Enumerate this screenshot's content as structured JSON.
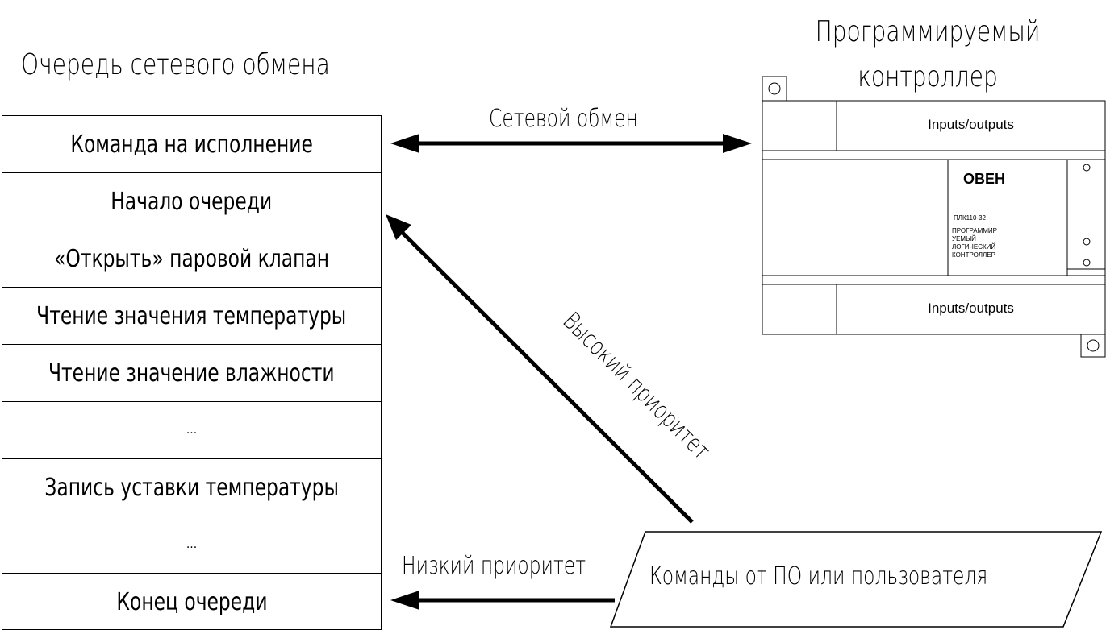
{
  "queue": {
    "title": "Очередь сетевого обмена",
    "rows": [
      "Команда на исполнение",
      "Начало очереди",
      "«Открыть» паровой клапан",
      "Чтение значения температуры",
      "Чтение значение влажности",
      "...",
      "Запись уставки температуры",
      "...",
      "Конец очереди"
    ]
  },
  "plc": {
    "title_line1": "Программируемый",
    "title_line2": "контроллер",
    "io_top": "Inputs/outputs",
    "io_bottom": "Inputs/outputs",
    "brand": "ОВЕН",
    "model": "ПЛК110-32",
    "desc_lines": [
      "ПРОГРАММИР",
      "УЕМЫЙ",
      "ЛОГИЧЕСКИЙ",
      "КОНТРОЛЛЕР"
    ]
  },
  "arrows": {
    "network": "Сетевой обмен",
    "high": "Высокий приоритет",
    "low": "Низкий приоритет"
  },
  "source": {
    "label": "Команды от ПО или пользователя"
  }
}
